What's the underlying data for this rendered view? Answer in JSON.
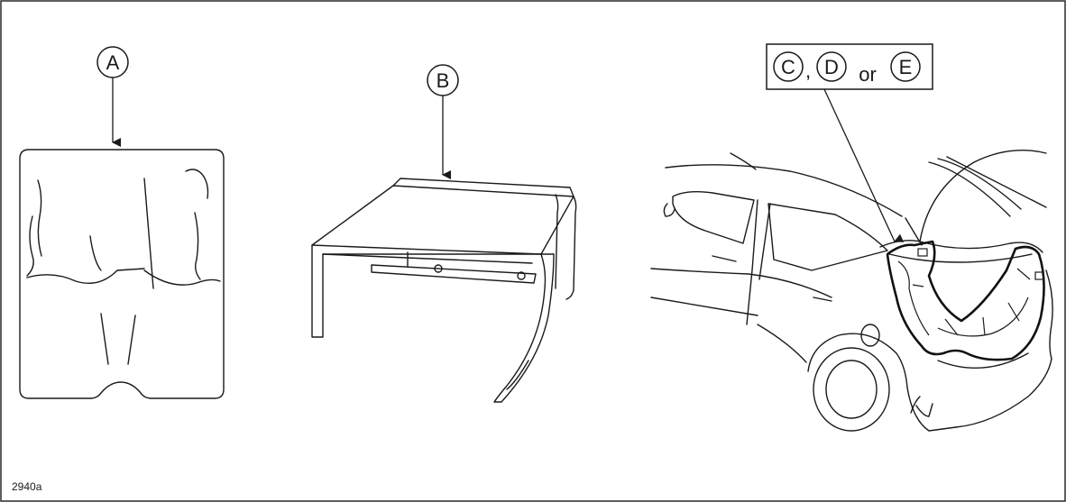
{
  "callouts": {
    "a": "A",
    "b": "B",
    "c": "C",
    "d": "D",
    "e": "E",
    "comma": ",",
    "or": "or"
  },
  "figure_code": "2940a",
  "colors": {
    "ink": "#1a1a1a",
    "paper": "#ffffff",
    "frame": "#2a2a2a"
  }
}
